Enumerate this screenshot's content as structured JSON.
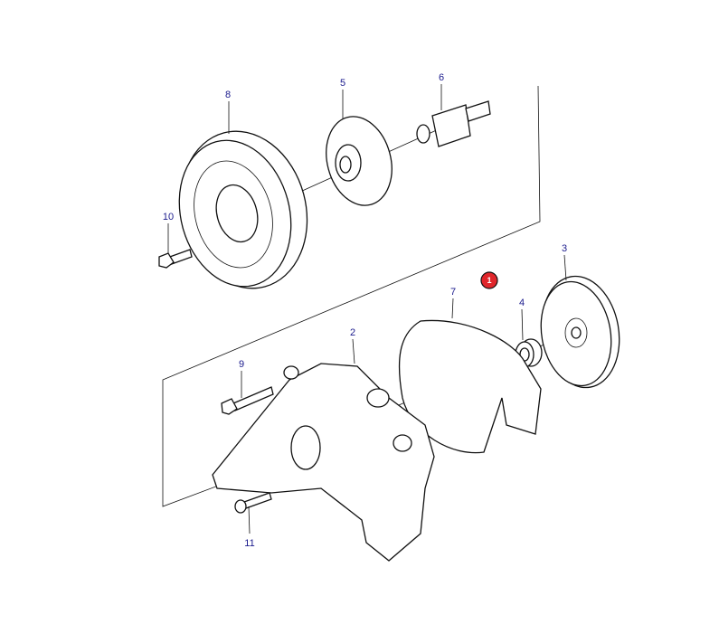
{
  "diagram": {
    "callouts": [
      {
        "id": "8",
        "part": "pulley"
      },
      {
        "id": "5",
        "part": "hub-flange"
      },
      {
        "id": "6",
        "part": "shaft"
      },
      {
        "id": "10",
        "part": "pulley-bolt"
      },
      {
        "id": "3",
        "part": "impeller-plate"
      },
      {
        "id": "7",
        "part": "gasket"
      },
      {
        "id": "4",
        "part": "seal"
      },
      {
        "id": "2",
        "part": "pump-housing"
      },
      {
        "id": "9",
        "part": "housing-bolt"
      },
      {
        "id": "11",
        "part": "housing-screw"
      }
    ],
    "badge": {
      "label": "1",
      "color": "#e0262b"
    }
  }
}
